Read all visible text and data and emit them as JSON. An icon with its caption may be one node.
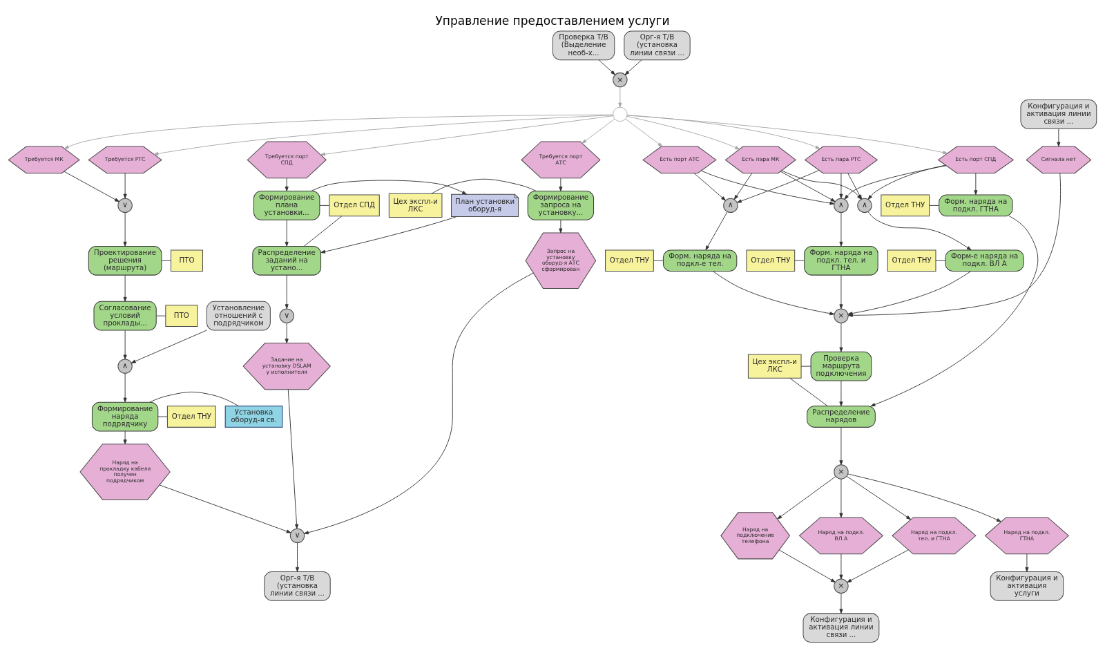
{
  "diagram": {
    "title": "Управление предоставлением услуги",
    "nodes": [
      {
        "text": [
          "Проверка Т/В (Выделение необ-х..."
        ]
      },
      {
        "text": [
          "Орг-я Т/В (установка линии связи ..."
        ]
      },
      {
        "text": [
          "Конфигурация и активация линии связи ..."
        ]
      },
      {
        "text": [
          "×"
        ]
      },
      {
        "text": [],
        "shape": "circle"
      },
      {
        "text": [
          "Требуется МК"
        ]
      },
      {
        "text": [
          "Требуется РТС"
        ]
      },
      {
        "text": [
          "Требуется порт СПД"
        ]
      },
      {
        "text": [
          "Требуется порт АТС"
        ]
      },
      {
        "text": [
          "Есть порт АТС"
        ]
      },
      {
        "text": [
          "Есть пара МК"
        ]
      },
      {
        "text": [
          "Есть пара РТС"
        ]
      },
      {
        "text": [
          "Есть порт СПД"
        ]
      },
      {
        "text": [
          "Сигнала нет"
        ]
      },
      {
        "text": [
          "∨"
        ]
      },
      {
        "text": [
          "ПТО"
        ]
      },
      {
        "text": [
          "Проектирование решения (маршрута)"
        ]
      },
      {
        "text": [
          "ПТО"
        ]
      },
      {
        "text": [
          "Согласование условий проклады..."
        ]
      },
      {
        "text": [
          "Установление отношений с подрядчиком"
        ]
      },
      {
        "text": [
          "∧"
        ]
      },
      {
        "text": [
          "Отдел ТНУ"
        ]
      },
      {
        "text": [
          "Формирование наряда подрядчику"
        ]
      },
      {
        "text": [
          "Установка оборуд-я св."
        ]
      },
      {
        "text": [
          "Наряд на прокладку кабеля получен подрядчиком"
        ]
      },
      {
        "text": [
          "Отдел СПД"
        ]
      },
      {
        "text": [
          "Формирование плана установки..."
        ]
      },
      {
        "text": [
          "План установки оборуд-я"
        ]
      },
      {
        "text": [
          "Распределение заданий на устано..."
        ]
      },
      {
        "text": [
          "∨"
        ]
      },
      {
        "text": [
          "Задание на установку DSLAM у исполнителя"
        ]
      },
      {
        "text": [
          "Цех экспл-и ЛКС"
        ]
      },
      {
        "text": [
          "Формирование запроса на установку..."
        ]
      },
      {
        "text": [
          "Запрос на установку оборуд-я АТС сформирован"
        ]
      },
      {
        "text": [
          "∨"
        ]
      },
      {
        "text": [
          "Орг-я Т/В (установка линии связи ..."
        ]
      },
      {
        "text": [
          "∧"
        ]
      },
      {
        "text": [
          "∧"
        ]
      },
      {
        "text": [
          "∧"
        ]
      },
      {
        "text": [
          "Отдел ТНУ"
        ]
      },
      {
        "text": [
          "Форм. наряда на подкл-е тел."
        ]
      },
      {
        "text": [
          "Отдел ТНУ"
        ]
      },
      {
        "text": [
          "Форм. наряда на подкл. тел. и ГТНА"
        ]
      },
      {
        "text": [
          "Отдел ТНУ"
        ]
      },
      {
        "text": [
          "Форм-е наряда на подкл. ВЛ А"
        ]
      },
      {
        "text": [
          "Отдел ТНУ"
        ]
      },
      {
        "text": [
          "Форм. наряда на подкл. ГТНА"
        ]
      },
      {
        "text": [
          "×"
        ]
      },
      {
        "text": [
          "Цех экспл-и ЛКС"
        ]
      },
      {
        "text": [
          "Проверка маршрута подключения"
        ]
      },
      {
        "text": [
          "Распределение нарядов"
        ]
      },
      {
        "text": [
          "×"
        ]
      },
      {
        "text": [
          "Наряд на подключение телефона"
        ]
      },
      {
        "text": [
          "Наряд на подкл. ВЛ А"
        ]
      },
      {
        "text": [
          "Наряд на подкл. тел. и ГТНА"
        ]
      },
      {
        "text": [
          "Наряд на подкл. ГТНА"
        ]
      },
      {
        "text": [
          "×"
        ]
      },
      {
        "text": [
          "Конфигурация и активация линии связи ..."
        ]
      },
      {
        "text": [
          "Конфигурация и активация услуги"
        ]
      }
    ],
    "edges": [
      {
        "from": 0,
        "to": 3,
        "arrow": "to"
      },
      {
        "from": 1,
        "to": 3,
        "arrow": "to"
      },
      {
        "from": 3,
        "to": 4,
        "arrow": "to",
        "color": "#a6a6a6"
      },
      {
        "from": 4,
        "to": 5,
        "arrow": "to",
        "color": "#a6a6a6"
      },
      {
        "from": 4,
        "to": 6,
        "arrow": "to",
        "color": "#a6a6a6"
      },
      {
        "from": 4,
        "to": 7,
        "arrow": "to",
        "color": "#a6a6a6"
      },
      {
        "from": 4,
        "to": 8,
        "arrow": "to",
        "color": "#a6a6a6"
      },
      {
        "from": 4,
        "to": 9,
        "arrow": "to",
        "color": "#a6a6a6"
      },
      {
        "from": 4,
        "to": 10,
        "arrow": "to",
        "color": "#a6a6a6"
      },
      {
        "from": 4,
        "to": 11,
        "arrow": "to",
        "color": "#a6a6a6"
      },
      {
        "from": 4,
        "to": 12,
        "arrow": "to",
        "color": "#a6a6a6"
      },
      {
        "from": 2,
        "to": 13,
        "arrow": "to"
      },
      {
        "from": 5,
        "to": 14,
        "arrow": "to"
      },
      {
        "from": 6,
        "to": 14,
        "arrow": "to"
      },
      {
        "from": 14,
        "to": 16,
        "arrow": "to"
      },
      {
        "from": 15,
        "to": 16,
        "arrow": "none"
      },
      {
        "from": 16,
        "to": 18,
        "arrow": "to"
      },
      {
        "from": 17,
        "to": 18,
        "arrow": "none"
      },
      {
        "from": 18,
        "to": 20,
        "arrow": "to"
      },
      {
        "from": 19,
        "to": 20,
        "arrow": "to"
      },
      {
        "from": 20,
        "to": 22,
        "arrow": "to"
      },
      {
        "from": 21,
        "to": 22,
        "arrow": "none"
      },
      {
        "from": 22,
        "to": 23,
        "arrow": "none"
      },
      {
        "from": 22,
        "to": 24,
        "arrow": "to"
      },
      {
        "from": 7,
        "to": 26,
        "arrow": "to"
      },
      {
        "from": 25,
        "to": 26,
        "arrow": "none"
      },
      {
        "from": 25,
        "to": 28,
        "arrow": "none"
      },
      {
        "from": 26,
        "to": 27,
        "arrow": "to"
      },
      {
        "from": 26,
        "to": 28,
        "arrow": "to"
      },
      {
        "from": 27,
        "to": 28,
        "arrow": "to"
      },
      {
        "from": 28,
        "to": 29,
        "arrow": "to"
      },
      {
        "from": 29,
        "to": 30,
        "arrow": "to"
      },
      {
        "from": 8,
        "to": 32,
        "arrow": "to"
      },
      {
        "from": 31,
        "to": 32,
        "arrow": "none"
      },
      {
        "from": 32,
        "to": 33,
        "arrow": "to"
      },
      {
        "from": 24,
        "to": 34,
        "arrow": "to"
      },
      {
        "from": 30,
        "to": 34,
        "arrow": "to"
      },
      {
        "from": 33,
        "to": 34,
        "arrow": "to"
      },
      {
        "from": 34,
        "to": 35,
        "arrow": "to"
      },
      {
        "from": 9,
        "to": 36,
        "arrow": "to"
      },
      {
        "from": 10,
        "to": 36,
        "arrow": "to"
      },
      {
        "from": 11,
        "to": 36,
        "arrow": "to"
      },
      {
        "from": 9,
        "to": 37,
        "arrow": "to"
      },
      {
        "from": 10,
        "to": 37,
        "arrow": "to"
      },
      {
        "from": 11,
        "to": 37,
        "arrow": "to"
      },
      {
        "from": 12,
        "to": 37,
        "arrow": "to"
      },
      {
        "from": 10,
        "to": 38,
        "arrow": "to"
      },
      {
        "from": 11,
        "to": 38,
        "arrow": "to"
      },
      {
        "from": 12,
        "to": 38,
        "arrow": "to"
      },
      {
        "from": 12,
        "to": 46,
        "arrow": "to"
      },
      {
        "from": 36,
        "to": 40,
        "arrow": "to"
      },
      {
        "from": 37,
        "to": 42,
        "arrow": "to"
      },
      {
        "from": 38,
        "to": 44,
        "arrow": "to"
      },
      {
        "from": 39,
        "to": 40,
        "arrow": "none"
      },
      {
        "from": 41,
        "to": 42,
        "arrow": "none"
      },
      {
        "from": 43,
        "to": 44,
        "arrow": "none"
      },
      {
        "from": 45,
        "to": 46,
        "arrow": "none"
      },
      {
        "from": 40,
        "to": 47,
        "arrow": "to"
      },
      {
        "from": 42,
        "to": 47,
        "arrow": "to"
      },
      {
        "from": 44,
        "to": 47,
        "arrow": "to"
      },
      {
        "from": 13,
        "to": 47,
        "arrow": "to"
      },
      {
        "from": 47,
        "to": 49,
        "arrow": "to"
      },
      {
        "from": 48,
        "to": 49,
        "arrow": "none"
      },
      {
        "from": 48,
        "to": 50,
        "arrow": "none"
      },
      {
        "from": 49,
        "to": 50,
        "arrow": "to"
      },
      {
        "from": 46,
        "to": 50,
        "arrow": "to"
      },
      {
        "from": 50,
        "to": 51,
        "arrow": "to"
      },
      {
        "from": 51,
        "to": 52,
        "arrow": "to"
      },
      {
        "from": 51,
        "to": 53,
        "arrow": "to"
      },
      {
        "from": 51,
        "to": 54,
        "arrow": "to"
      },
      {
        "from": 51,
        "to": 55,
        "arrow": "to"
      },
      {
        "from": 52,
        "to": 56,
        "arrow": "to"
      },
      {
        "from": 53,
        "to": 56,
        "arrow": "to"
      },
      {
        "from": 54,
        "to": 56,
        "arrow": "to"
      },
      {
        "from": 55,
        "to": 58,
        "arrow": "to"
      },
      {
        "from": 56,
        "to": 57,
        "arrow": "to"
      }
    ]
  }
}
